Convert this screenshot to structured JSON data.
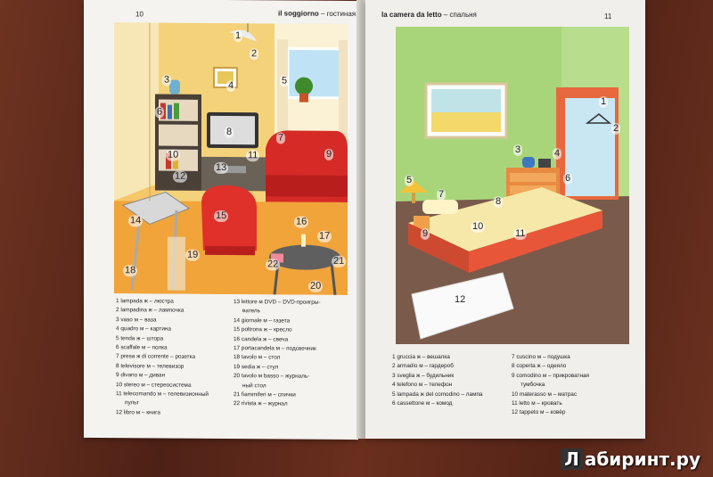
{
  "left_page": {
    "page_number": "10",
    "title_it": "il soggiorno",
    "title_ru": "гостиная",
    "labels": [
      "1",
      "2",
      "3",
      "4",
      "5",
      "6",
      "7",
      "8",
      "9",
      "10",
      "11",
      "12",
      "13",
      "14",
      "15",
      "16",
      "17",
      "18",
      "19",
      "20",
      "21",
      "22"
    ],
    "legend_col1": [
      "1 lampada ж – люстра",
      "2 lampadina ж – лампочка",
      "3 vaso м – ваза",
      "4 quadro м – картина",
      "5 tenda ж – штора",
      "6 scaffale м – полка",
      "7 presa ж di corrente – розетка",
      "8 televisore м – телевизор",
      "9 divano м – диван",
      "10 stereo м – стереосистема",
      "11 telecomando м – телевизионный",
      "пульт",
      "12 libro м – книга"
    ],
    "legend_col2": [
      "13 lettore м DVD – DVD-проигры-",
      "ватель",
      "14 giornale м – газета",
      "15 poltrona ж – кресло",
      "16 candela ж – свеча",
      "17 portacandela м – подсвечник",
      "18 tavolo м – стол",
      "19 sedia ж – стул",
      "20 tavolo м basso – журналь-",
      "ный стол",
      "21 fiammiferi м – спички",
      "22 rivista ж – журнал"
    ]
  },
  "right_page": {
    "page_number": "11",
    "title_it": "la camera da letto",
    "title_ru": "спальня",
    "labels": [
      "1",
      "2",
      "3",
      "4",
      "5",
      "6",
      "7",
      "8",
      "9",
      "10",
      "11",
      "12"
    ],
    "legend_col1": [
      "1 gruccia ж – вешалка",
      "2 armadio м – гардероб",
      "3 sveglia ж – будильник",
      "4 telefono м – телефон",
      "5 lampada ж del comodino – лампа",
      "6 cassettone м – комод"
    ],
    "legend_col2": [
      "7 cuscino м – подушка",
      "8 coperta ж – одеяло",
      "9 comodino м – прикроватная",
      "тумбочка",
      "10 materasso м – матрас",
      "11 letto м – кровать",
      "12 tappeto м – ковёр"
    ]
  },
  "watermark": {
    "logo_letter": "Л",
    "text": "абиринт.ру"
  }
}
